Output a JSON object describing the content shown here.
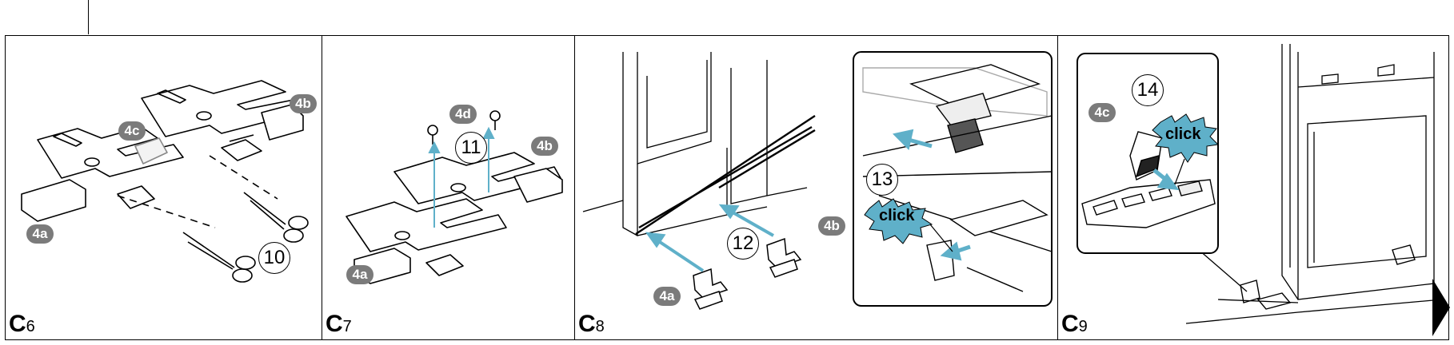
{
  "panels": [
    {
      "label_letter": "C",
      "label_number": "6",
      "step": "10",
      "badges": [
        "4a",
        "4b",
        "4c"
      ]
    },
    {
      "label_letter": "C",
      "label_number": "7",
      "step": "11",
      "badges": [
        "4a",
        "4b",
        "4d"
      ]
    },
    {
      "label_letter": "C",
      "label_number": "8",
      "steps": [
        "12",
        "13"
      ],
      "badges": [
        "4a",
        "4b"
      ],
      "callout": "click"
    },
    {
      "label_letter": "C",
      "label_number": "9",
      "step": "14",
      "badges": [
        "4c"
      ],
      "callout": "click"
    }
  ],
  "colors": {
    "arrow": "#5fb0c9",
    "badge": "#7b7b7b",
    "starburst": "#5fb0c9",
    "line": "#000000"
  },
  "icons": [
    "scissors-icon",
    "screw-icon",
    "mounting-bracket-icon",
    "fridge-outline-icon",
    "click-starburst-icon"
  ]
}
